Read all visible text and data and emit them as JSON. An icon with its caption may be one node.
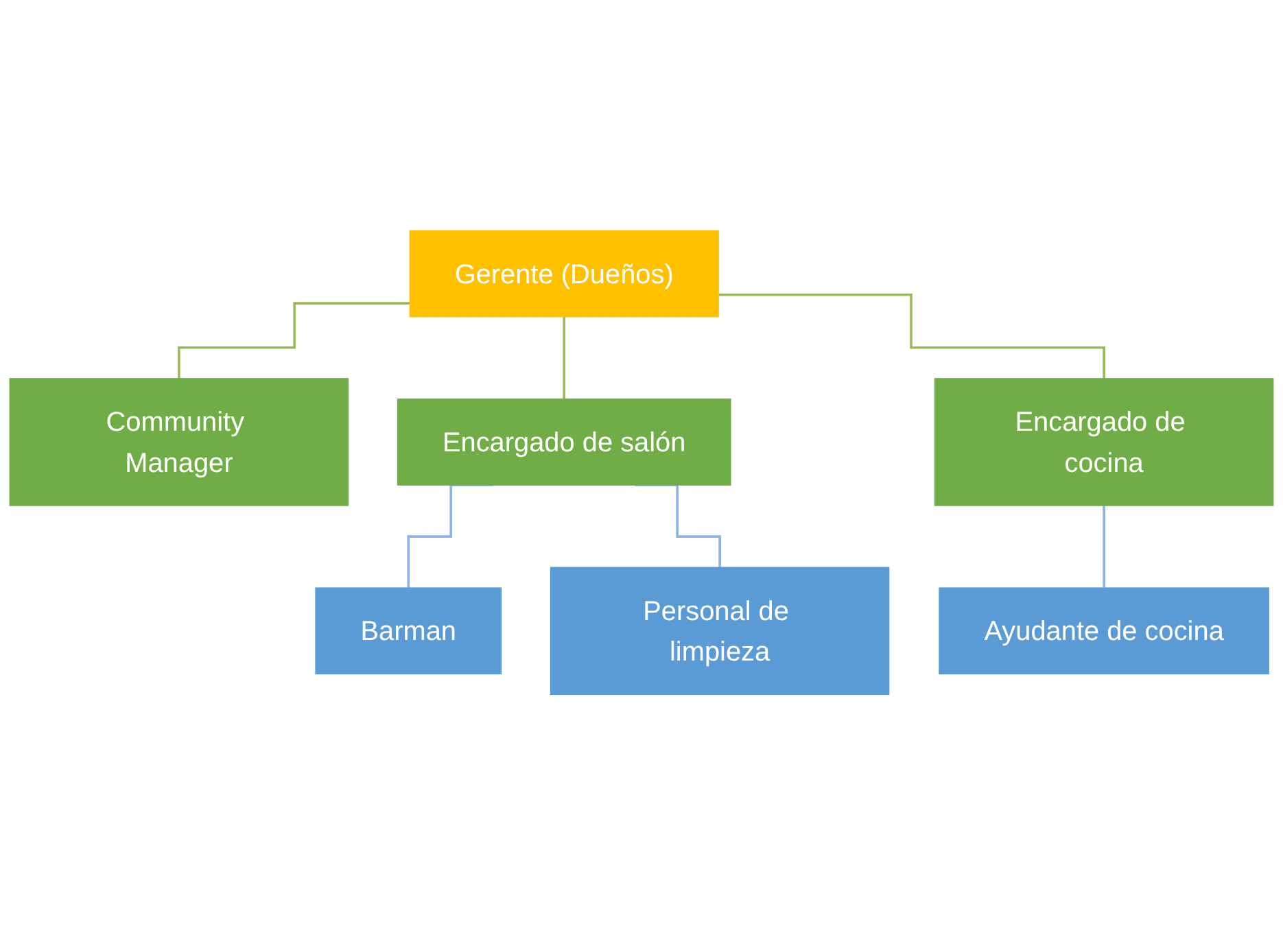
{
  "diagram": {
    "nodes": [
      {
        "text": [
          "Gerente (Dueños)"
        ]
      },
      {
        "text": [
          "Community Manager"
        ]
      },
      {
        "text": [
          "Encargado de salón"
        ]
      },
      {
        "text": [
          "Encargado de cocina"
        ]
      },
      {
        "text": [
          "Barman"
        ]
      },
      {
        "text": [
          "Personal de limpieza"
        ]
      },
      {
        "text": [
          "Ayudante de cocina"
        ]
      }
    ],
    "edges": [
      {
        "from": 0,
        "to": 1,
        "arrow": "none",
        "color": "#9bbb59"
      },
      {
        "from": 0,
        "to": 2,
        "arrow": "none",
        "color": "#9bbb59"
      },
      {
        "from": 0,
        "to": 3,
        "arrow": "none",
        "color": "#9bbb59"
      },
      {
        "from": 2,
        "to": 4,
        "arrow": "none",
        "color": "#8eb4e3"
      },
      {
        "from": 2,
        "to": 5,
        "arrow": "none",
        "color": "#8eb4e3"
      },
      {
        "from": 3,
        "to": 6,
        "arrow": "none",
        "color": "#8eb4e3"
      }
    ]
  }
}
